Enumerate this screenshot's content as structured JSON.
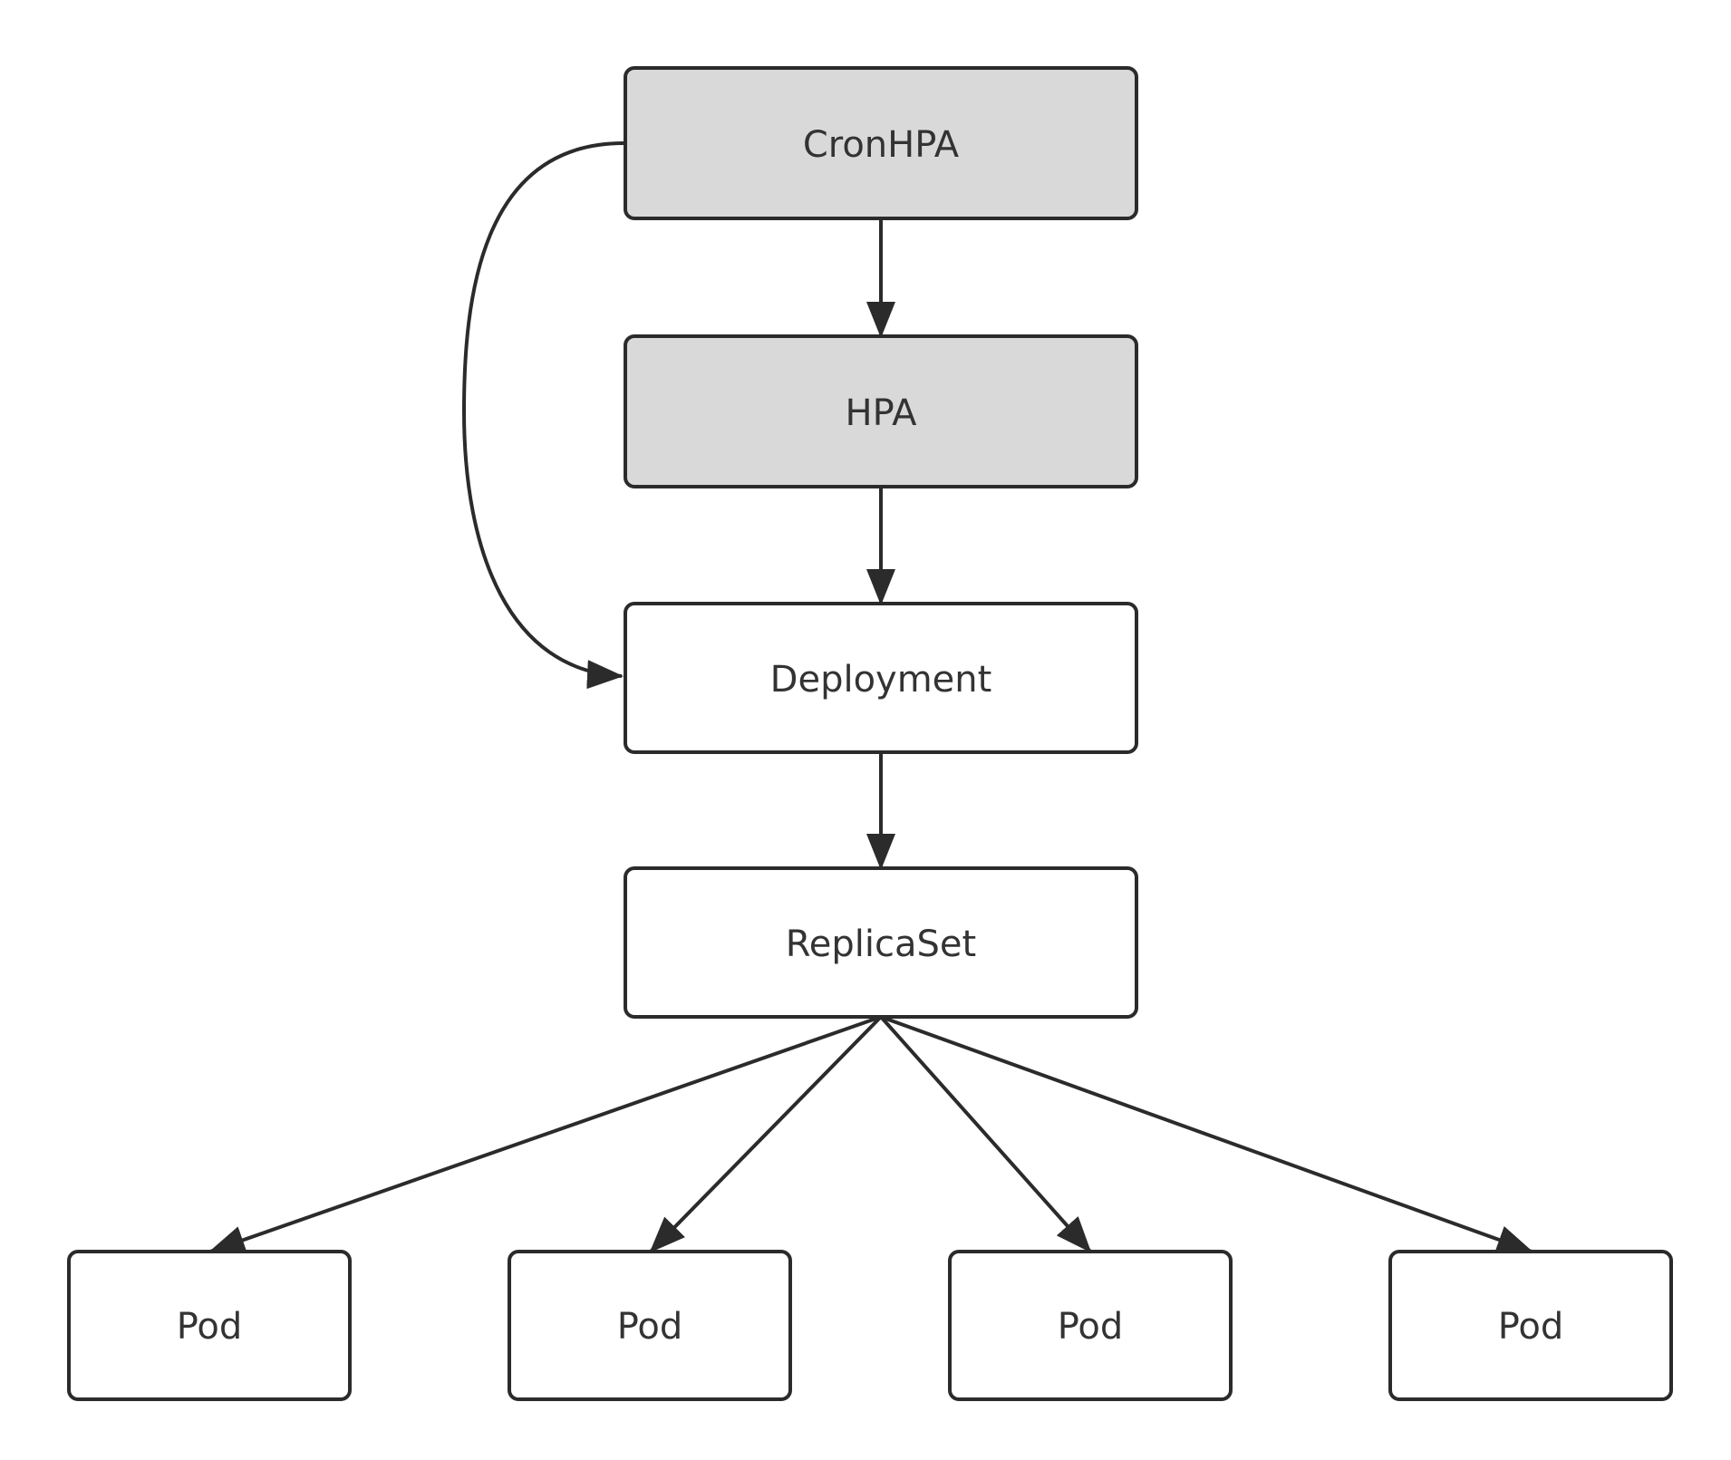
{
  "diagram": {
    "nodes": [
      {
        "id": "cronhpa",
        "label": "CronHPA",
        "fill": "#d9d9d9"
      },
      {
        "id": "hpa",
        "label": "HPA",
        "fill": "#d9d9d9"
      },
      {
        "id": "deployment",
        "label": "Deployment",
        "fill": "#ffffff"
      },
      {
        "id": "replicaset",
        "label": "ReplicaSet",
        "fill": "#ffffff"
      },
      {
        "id": "pod1",
        "label": "Pod",
        "fill": "#ffffff"
      },
      {
        "id": "pod2",
        "label": "Pod",
        "fill": "#ffffff"
      },
      {
        "id": "pod3",
        "label": "Pod",
        "fill": "#ffffff"
      },
      {
        "id": "pod4",
        "label": "Pod",
        "fill": "#ffffff"
      }
    ],
    "edges": [
      {
        "from": "cronhpa",
        "to": "hpa"
      },
      {
        "from": "cronhpa",
        "to": "deployment"
      },
      {
        "from": "hpa",
        "to": "deployment"
      },
      {
        "from": "deployment",
        "to": "replicaset"
      },
      {
        "from": "replicaset",
        "to": "pod1"
      },
      {
        "from": "replicaset",
        "to": "pod2"
      },
      {
        "from": "replicaset",
        "to": "pod3"
      },
      {
        "from": "replicaset",
        "to": "pod4"
      }
    ],
    "colors": {
      "stroke": "#2b2b2b",
      "text": "#333333",
      "background": "#ffffff"
    }
  }
}
